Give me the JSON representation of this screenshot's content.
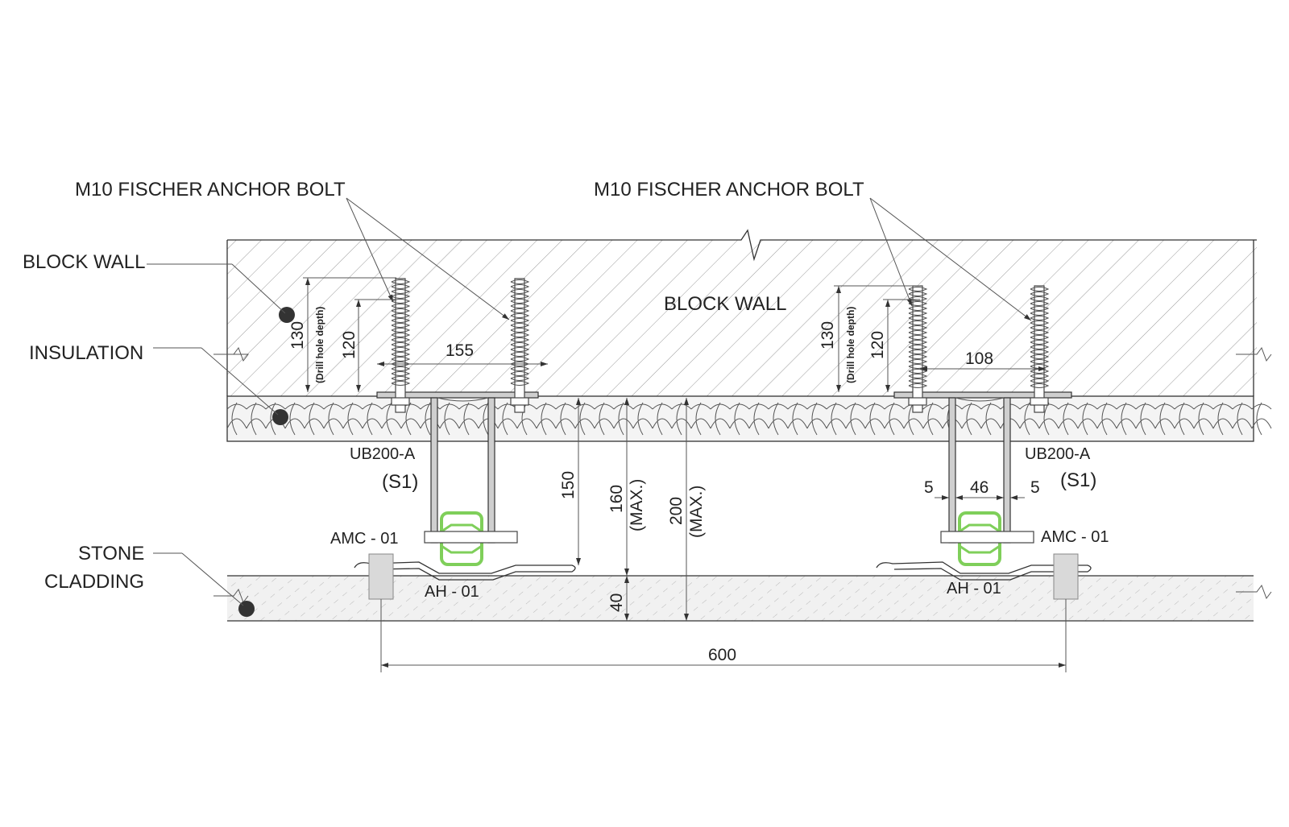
{
  "labels": {
    "anchor_left": "M10 FISCHER ANCHOR BOLT",
    "anchor_right": "M10 FISCHER ANCHOR BOLT",
    "block_wall_side": "BLOCK WALL",
    "block_wall_center": "BLOCK WALL",
    "insulation": "INSULATION",
    "stone": "STONE",
    "cladding": "CLADDING",
    "ub_left": "UB200-A",
    "s1_left": "(S1)",
    "ub_right": "UB200-A",
    "s1_right": "(S1)",
    "amc_left": "AMC - 01",
    "amc_right": "AMC - 01",
    "ah_left": "AH - 01",
    "ah_right": "AH - 01"
  },
  "dimensions": {
    "drill_depth_left": "130",
    "drill_note_left": "(Drill hole depth)",
    "embed_left": "120",
    "spacing_left": "155",
    "drill_depth_right": "130",
    "drill_note_right": "(Drill hole depth)",
    "embed_right": "120",
    "spacing_right": "108",
    "offset_150": "150",
    "max_160": "160",
    "max_160_note": "(MAX.)",
    "max_200": "200",
    "max_200_note": "(MAX.)",
    "stone_40": "40",
    "gap_5_left": "5",
    "web_46": "46",
    "gap_5_right": "5",
    "span_600": "600"
  },
  "colors": {
    "line": "#333333",
    "hatch": "#9a9a9a",
    "insulation_fill": "#f4f4f4",
    "stone_fill": "#f1f1f1",
    "rail_green": "#7fcf5a",
    "bullet": "#333333",
    "pad": "#d9d9d9"
  }
}
